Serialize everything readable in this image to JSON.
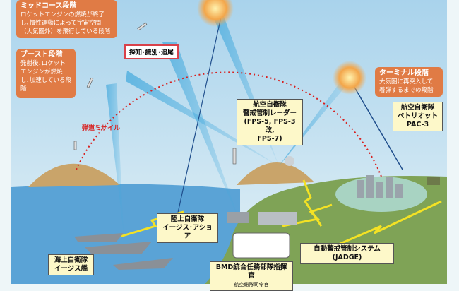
{
  "labels": {
    "midcourse": {
      "title": "ミッドコース段階",
      "text": "ロケットエンジンの燃焼が終了し､慣性運動によって宇宙空間（大気圏外）を飛行している段階"
    },
    "boost": {
      "title": "ブースト段階",
      "text": "発射後､ロケットエンジンが燃焼し､加速している段階"
    },
    "terminal": {
      "title": "ターミナル段階",
      "text": "大気圏に再突入して着弾するまでの段階"
    },
    "detect": "探知･識別･追尾",
    "ballistic_missile": "弾道ミサイル",
    "radar": {
      "line1": "航空自衛隊",
      "line2": "警戒管制レーダー",
      "line3": "(FPS-5, FPS-3改,",
      "line4": "FPS-7)"
    },
    "patriot": {
      "line1": "航空自衛隊",
      "line2": "ペトリオット",
      "line3": "PAC-3"
    },
    "aegis_ashore": {
      "line1": "陸上自衛隊",
      "line2": "イージス･アショア"
    },
    "aegis_ship": {
      "line1": "海上自衛隊",
      "line2": "イージス艦"
    },
    "bmd": {
      "line1": "BMD統合任務部隊指揮官",
      "line2": "航空総隊司令官"
    },
    "jadge": {
      "line1": "自動警戒管制システム",
      "line2": "(JADGE)"
    }
  },
  "colors": {
    "box_orange": "#e07b45",
    "box_yellow": "#fdf8c9",
    "trajectory": "#d8201f",
    "sea": "#5aa3d6",
    "land": "#7fa356"
  }
}
